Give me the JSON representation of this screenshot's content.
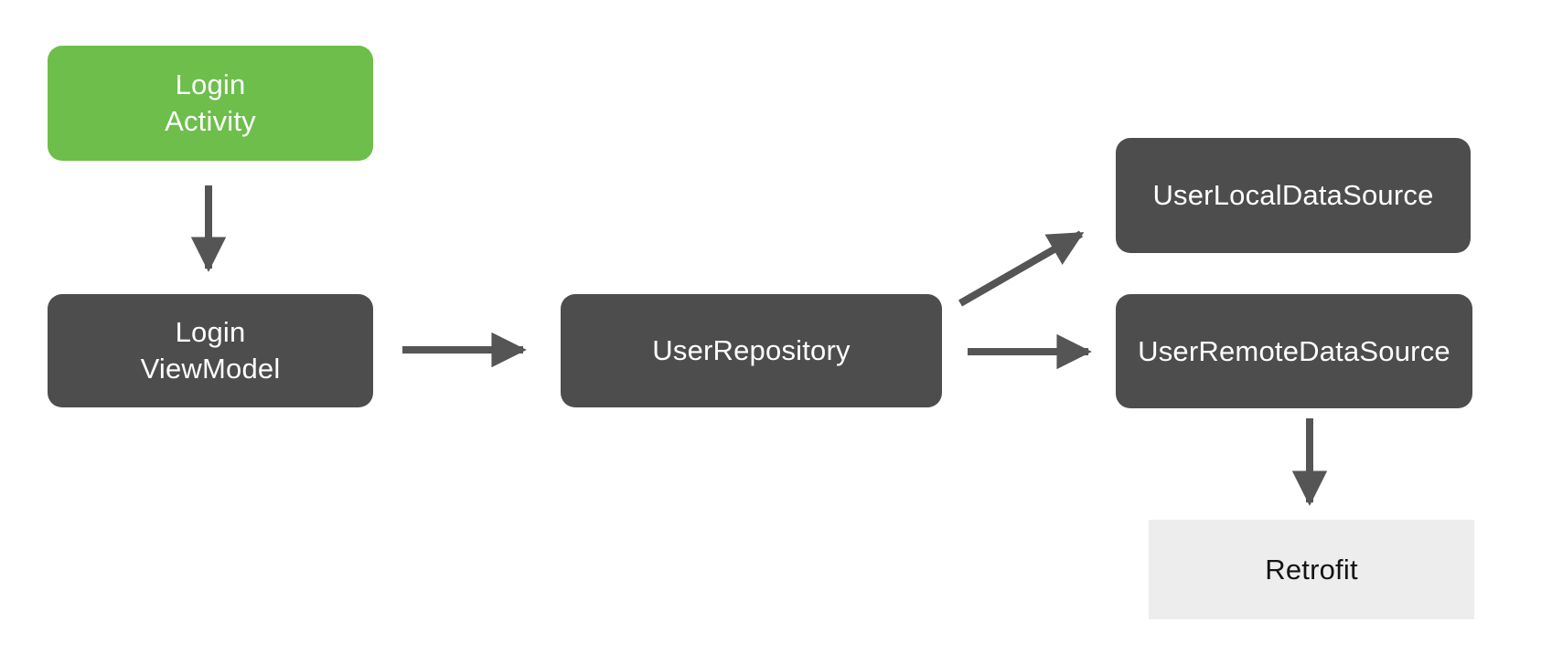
{
  "diagram": {
    "title": "Login app architecture diagram",
    "colors": {
      "activity_green": "#6DBE4B",
      "node_dark_gray": "#4D4D4D",
      "arrow_gray": "#555555",
      "external_light_gray": "#EDEDED",
      "background": "#FFFFFF",
      "node_text_light": "#FFFFFF",
      "external_text_dark": "#141414"
    },
    "nodes": [
      {
        "id": "login-activity",
        "label": "Login\nActivity",
        "type": "ui-layer"
      },
      {
        "id": "login-viewmodel",
        "label": "Login\nViewModel",
        "type": "viewmodel"
      },
      {
        "id": "user-repository",
        "label": "UserRepository",
        "type": "repository"
      },
      {
        "id": "user-local-datasource",
        "label": "UserLocalDataSource",
        "type": "data-source"
      },
      {
        "id": "user-remote-datasource",
        "label": "UserRemoteDataSource",
        "type": "data-source"
      },
      {
        "id": "retrofit",
        "label": "Retrofit",
        "type": "external-library"
      }
    ],
    "edges": [
      {
        "from": "login-activity",
        "to": "login-viewmodel"
      },
      {
        "from": "login-viewmodel",
        "to": "user-repository"
      },
      {
        "from": "user-repository",
        "to": "user-local-datasource"
      },
      {
        "from": "user-repository",
        "to": "user-remote-datasource"
      },
      {
        "from": "user-remote-datasource",
        "to": "retrofit"
      }
    ]
  }
}
